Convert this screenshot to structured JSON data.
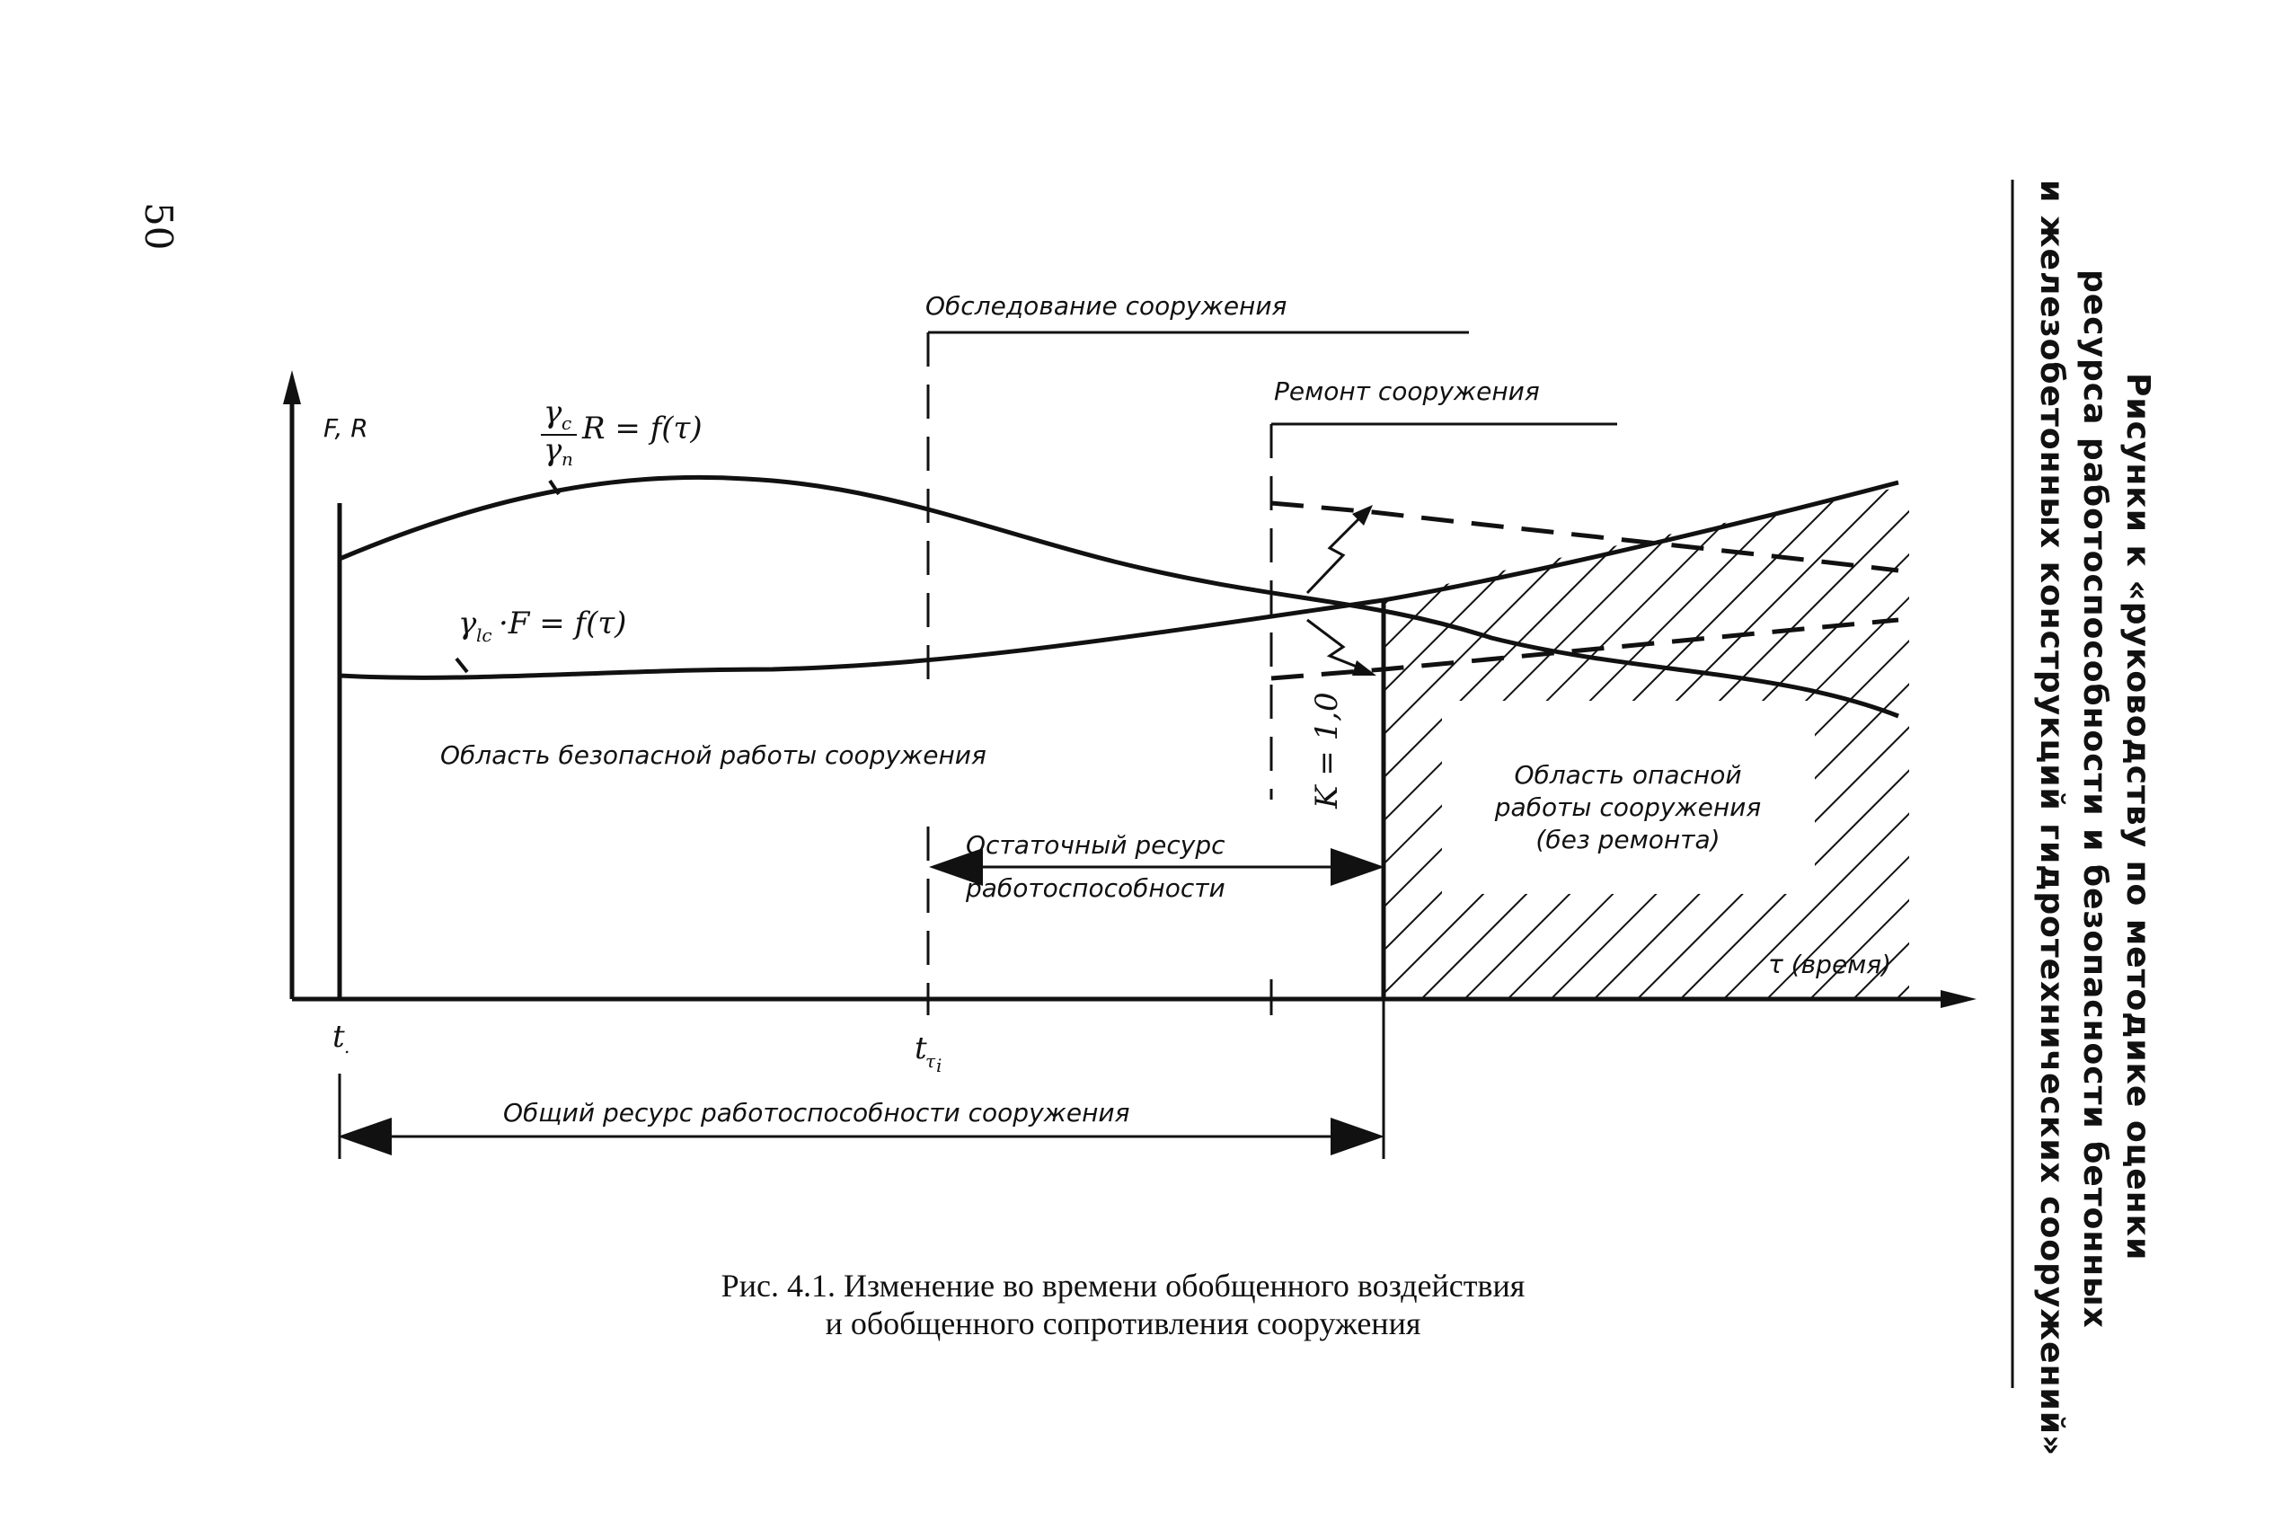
{
  "page_number": "50",
  "side_title": {
    "line1": "Рисунки к «руководству по методике оценки",
    "line2": "ресурса работоспособности и безопасности бетонных",
    "line3": "и железобетонных конструкций гидротехнических сооружений»"
  },
  "axes": {
    "y_label": "F, R",
    "x_label": "τ (время)"
  },
  "curves": {
    "resistance": {
      "gamma_num": "γ",
      "num_sub": "c",
      "gamma_den": "γ",
      "den_sub": "n",
      "rhs": "R = f(τ)"
    },
    "action": {
      "gamma": "γ",
      "sub": "lc",
      "rhs": "·F = f(τ)"
    }
  },
  "annotations": {
    "survey": "Обследование сооружения",
    "repair": "Ремонт сооружения",
    "safe_region": "Область безопасной работы сооружения",
    "danger_region": {
      "line1": "Область опасной",
      "line2": "работы сооружения",
      "line3": "(без ремонта)"
    },
    "residual": {
      "line1": "Остаточный ресурс",
      "line2": "работоспособности"
    },
    "total": "Общий ресурс работоспособности сооружения",
    "k_label": "K = 1,0"
  },
  "ticks": {
    "t0": "t",
    "t0_sub": ".",
    "ttau": "t",
    "ttau_sub": "τ",
    "ttau_subsub": "i"
  },
  "caption": {
    "line1": "Рис. 4.1. Изменение во времени обобщенного воздействия",
    "line2": "и обобщенного сопротивления сооружения"
  }
}
